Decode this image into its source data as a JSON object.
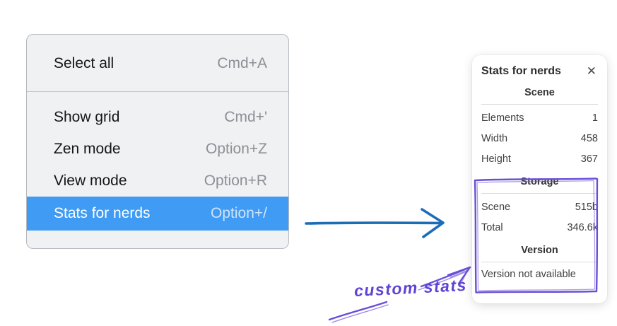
{
  "context_menu": {
    "items": [
      {
        "label": "Select all",
        "shortcut": "Cmd+A",
        "selected": false
      },
      {
        "label": "Show grid",
        "shortcut": "Cmd+'",
        "selected": false
      },
      {
        "label": "Zen mode",
        "shortcut": "Option+Z",
        "selected": false
      },
      {
        "label": "View mode",
        "shortcut": "Option+R",
        "selected": false
      },
      {
        "label": "Stats for nerds",
        "shortcut": "Option+/",
        "selected": true
      }
    ]
  },
  "stats_panel": {
    "title": "Stats for nerds",
    "close_glyph": "✕",
    "sections": [
      {
        "heading": "Scene",
        "rows": [
          {
            "label": "Elements",
            "value": "1"
          },
          {
            "label": "Width",
            "value": "458"
          },
          {
            "label": "Height",
            "value": "367"
          }
        ]
      },
      {
        "heading": "Storage",
        "rows": [
          {
            "label": "Scene",
            "value": "515b"
          },
          {
            "label": "Total",
            "value": "346.6k"
          }
        ],
        "highlighted": true
      },
      {
        "heading": "Version",
        "note": "Version not available",
        "highlighted": true
      }
    ]
  },
  "annotations": {
    "custom_stats_label": "custom stats"
  },
  "colors": {
    "menu_selected_blue": "#3f9bf3",
    "flow_arrow_blue": "#1d6db6",
    "annotation_purple": "#6a4fd6"
  }
}
